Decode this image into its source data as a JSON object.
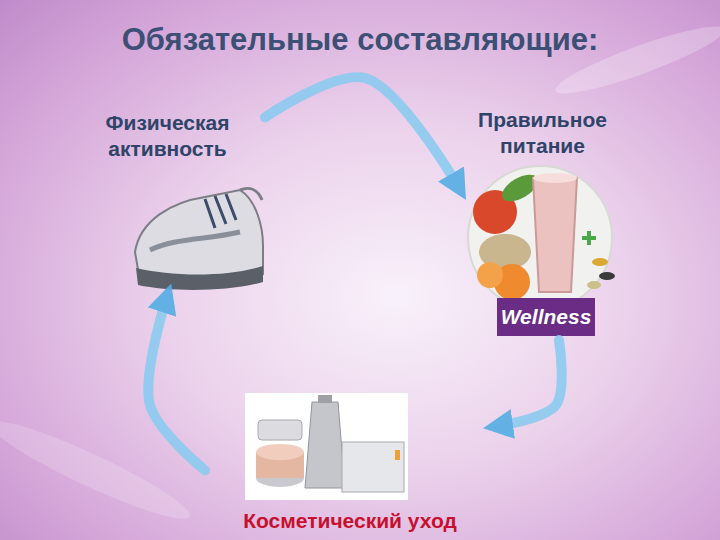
{
  "diagram": {
    "title": "Обязательные составляющие:",
    "nodes": [
      {
        "text": [
          "Физическая активность"
        ]
      },
      {
        "text": [
          "Правильное питание"
        ]
      },
      {
        "text": [
          "Косметический уход"
        ]
      }
    ],
    "edges": [
      {
        "from": 0,
        "to": 1,
        "arrow": "to"
      },
      {
        "from": 1,
        "to": 2,
        "arrow": "to"
      },
      {
        "from": 2,
        "to": 0,
        "arrow": "to"
      }
    ],
    "labels": [
      "Wellness"
    ]
  }
}
